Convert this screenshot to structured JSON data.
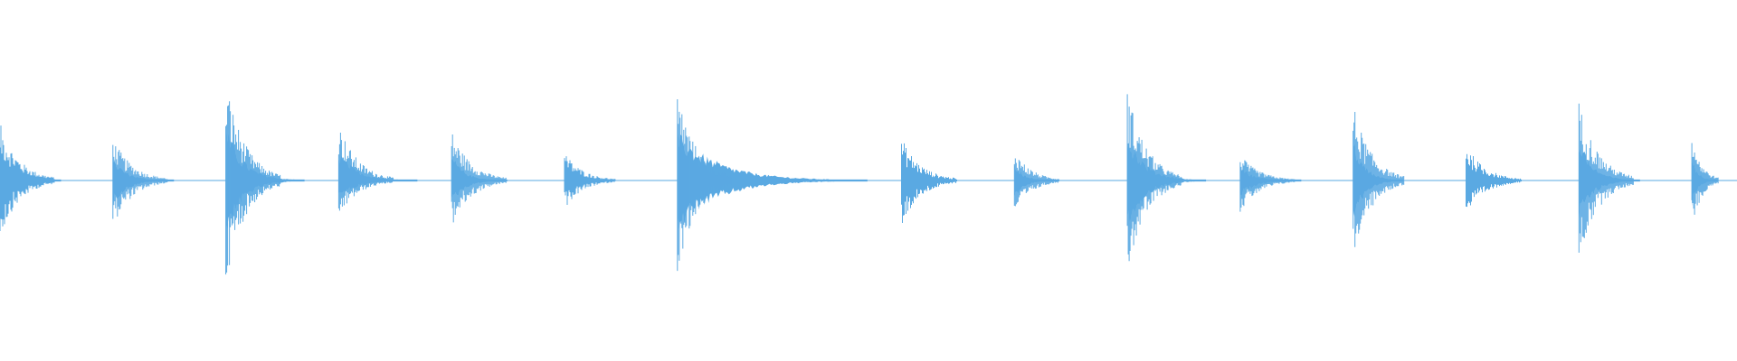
{
  "waveform": {
    "color": "#5aa9e2",
    "background": "#ffffff",
    "hits": [
      {
        "time": 0.0,
        "peak_up": 0.4,
        "peak_down": 0.4,
        "decay": 0.55
      },
      {
        "time": 0.065,
        "peak_up": 0.3,
        "peak_down": 0.32,
        "decay": 0.55
      },
      {
        "time": 0.13,
        "peak_up": 0.71,
        "peak_down": 0.71,
        "decay": 0.7
      },
      {
        "time": 0.195,
        "peak_up": 0.4,
        "peak_down": 0.26,
        "decay": 0.7
      },
      {
        "time": 0.26,
        "peak_up": 0.35,
        "peak_down": 0.33,
        "decay": 0.5
      },
      {
        "time": 0.325,
        "peak_up": 0.2,
        "peak_down": 0.2,
        "decay": 0.45
      },
      {
        "time": 0.39,
        "peak_up": 0.63,
        "peak_down": 0.63,
        "decay": 0.85
      },
      {
        "time": 0.519,
        "peak_up": 0.3,
        "peak_down": 0.32,
        "decay": 0.5
      },
      {
        "time": 0.584,
        "peak_up": 0.22,
        "peak_down": 0.24,
        "decay": 0.4
      },
      {
        "time": 0.649,
        "peak_up": 0.64,
        "peak_down": 0.64,
        "decay": 0.7
      },
      {
        "time": 0.714,
        "peak_up": 0.18,
        "peak_down": 0.22,
        "decay": 0.55
      },
      {
        "time": 0.779,
        "peak_up": 0.54,
        "peak_down": 0.54,
        "decay": 0.45
      },
      {
        "time": 0.844,
        "peak_up": 0.25,
        "peak_down": 0.25,
        "decay": 0.5
      },
      {
        "time": 0.909,
        "peak_up": 0.55,
        "peak_down": 0.55,
        "decay": 0.55
      },
      {
        "time": 0.974,
        "peak_up": 0.34,
        "peak_down": 0.34,
        "decay": 0.6
      }
    ]
  }
}
